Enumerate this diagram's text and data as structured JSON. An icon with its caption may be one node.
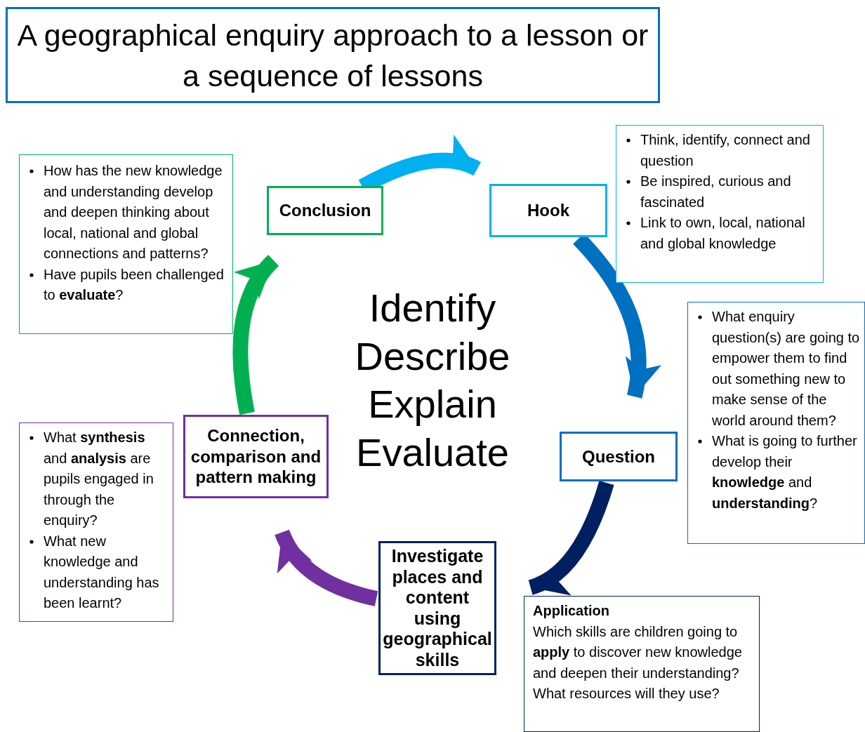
{
  "diagram": {
    "title": "A geographical enquiry approach to a lesson or a sequence of lessons",
    "nodes": [
      {
        "text": [
          "Hook"
        ]
      },
      {
        "text": [
          "Question"
        ]
      },
      {
        "text": [
          "Investigate places and content using geographical skills"
        ]
      },
      {
        "text": [
          "Connection, comparison and pattern making"
        ]
      },
      {
        "text": [
          "Conclusion"
        ]
      },
      {
        "text": [
          "Think, identify, connect and question",
          "Be inspired, curious and fascinated",
          "Link to own, local, national and global knowledge"
        ]
      },
      {
        "text": [
          "What enquiry question(s) are going to empower them to find out something new to make sense of the world around them?",
          "What is going to further develop their **knowledge** and **understanding**?"
        ]
      },
      {
        "text": [
          "Application",
          "Which skills are children going to **apply** to discover new knowledge and deepen their understanding?",
          "What resources will they use?"
        ]
      },
      {
        "text": [
          "What **synthesis** and **analysis** are pupils engaged in through the enquiry?",
          "What new knowledge and understanding has been learnt?"
        ]
      },
      {
        "text": [
          "How has the new knowledge and understanding develop and deepen thinking about local, national and global connections and patterns?",
          "Have pupils been challenged to **evaluate**?"
        ]
      }
    ],
    "edges": [
      {
        "from": 4,
        "to": 0,
        "arrow": "to",
        "color": "#00b0f0"
      },
      {
        "from": 0,
        "to": 1,
        "arrow": "to",
        "color": "#0070c0"
      },
      {
        "from": 1,
        "to": 2,
        "arrow": "to",
        "color": "#002060"
      },
      {
        "from": 2,
        "to": 3,
        "arrow": "to",
        "color": "#7030a0"
      },
      {
        "from": 3,
        "to": 4,
        "arrow": "to",
        "color": "#00b050"
      }
    ],
    "labels": [
      "Identify",
      "Describe",
      "Explain",
      "Evaluate"
    ]
  }
}
